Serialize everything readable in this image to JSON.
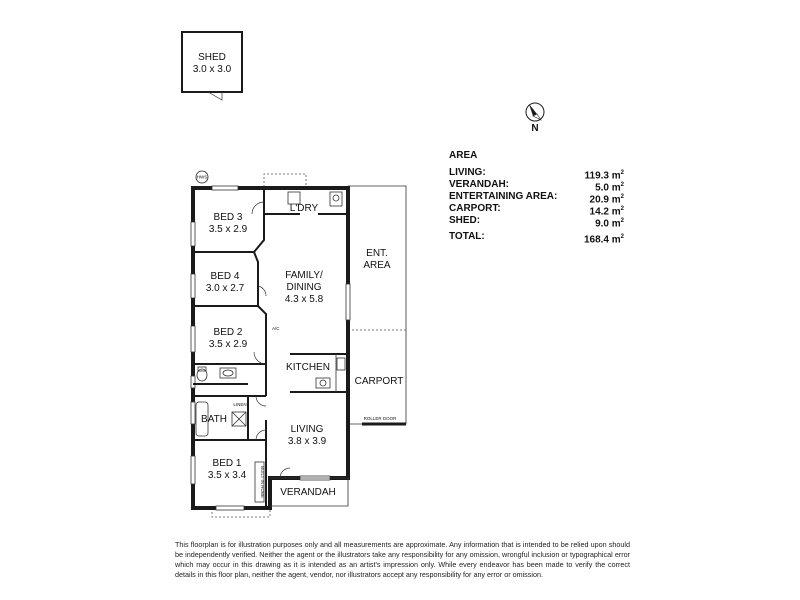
{
  "rooms": {
    "shed": {
      "name": "SHED",
      "dims": "3.0 x 3.0"
    },
    "bed3": {
      "name": "BED 3",
      "dims": "3.5 x 2.9"
    },
    "bed4": {
      "name": "BED 4",
      "dims": "3.0 x 2.7"
    },
    "bed2": {
      "name": "BED 2",
      "dims": "3.5 x 2.9"
    },
    "bed1": {
      "name": "BED 1",
      "dims": "3.5 x 3.4"
    },
    "family": {
      "name_line1": "FAMILY/",
      "name_line2": "DINING",
      "dims": "4.3 x 5.8"
    },
    "living": {
      "name": "LIVING",
      "dims": "3.8 x 3.9"
    },
    "laundry": {
      "name": "L'DRY"
    },
    "kitchen": {
      "name": "KITCHEN"
    },
    "bath": {
      "name": "BATH"
    },
    "linen": {
      "name": "LINEN"
    },
    "builtin": {
      "name": "BUILT IN ROBE"
    },
    "ent_area": {
      "line1": "ENT.",
      "line2": "AREA"
    },
    "carport": {
      "name": "CARPORT"
    },
    "verandah": {
      "name": "VERANDAH"
    }
  },
  "labels": {
    "hws": "HWS",
    "ac": "A/C",
    "roller_door": "ROLLER DOOR",
    "north": "N"
  },
  "area": {
    "title": "AREA",
    "rows": [
      {
        "label": "LIVING:",
        "value": "119.3 m",
        "sup": "2"
      },
      {
        "label": "VERANDAH:",
        "value": "5.0 m",
        "sup": "2"
      },
      {
        "label": "ENTERTAINING AREA:",
        "value": "20.9 m",
        "sup": "2"
      },
      {
        "label": "CARPORT:",
        "value": "14.2 m",
        "sup": "2"
      },
      {
        "label": "SHED:",
        "value": "9.0 m",
        "sup": "2"
      }
    ],
    "total": {
      "label": "TOTAL:",
      "value": "168.4 m",
      "sup": "2"
    }
  },
  "disclaimer": "This floorplan is for illustration purposes only and all measurements are approximate. Any information that is intended to be relied upon should be independently verified. Neither the agent or the illustrators take any responsibility for any omission, wrongful inclusion or typographical error which may occur in this drawing as it is intended as an artist's impression only. While every endeavor has been made to verify the correct details in this floor plan, neither the agent, vendor, nor illustrators accept any responsibility for any error or omission."
}
